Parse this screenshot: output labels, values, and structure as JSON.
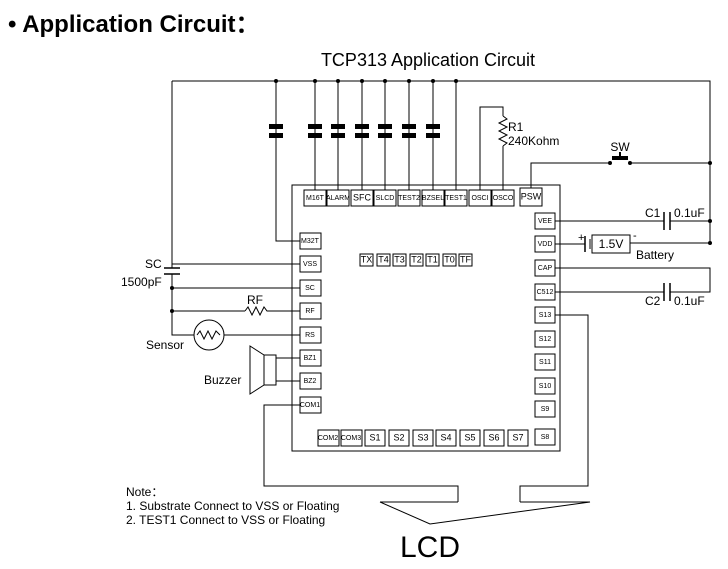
{
  "heading": {
    "bullet": "•",
    "text": "Application Circuit",
    "colon": "："
  },
  "diagram_title": "TCP313 Application Circuit",
  "components": {
    "r1_name": "R1",
    "r1_value": "240Kohm",
    "sw": "SW",
    "c1_name": "C1",
    "c1_value": "0.1uF",
    "c2_name": "C2",
    "c2_value": "0.1uF",
    "battery_plus": "+",
    "battery_minus": "-",
    "battery_voltage": "1.5V",
    "battery_label": "Battery",
    "sc_label": "SC",
    "sc_cap_value": "1500pF",
    "rf_label": "RF",
    "sensor_label": "Sensor",
    "buzzer_label": "Buzzer"
  },
  "pins": {
    "top": [
      "M16T",
      "ALARM",
      "SFC",
      "SLCD",
      "TEST2",
      "BZSEL",
      "TEST1",
      "OSCI",
      "OSCO",
      "PSW"
    ],
    "left": [
      "M32T",
      "VSS",
      "SC",
      "RF",
      "RS",
      "BZ1",
      "BZ2",
      "COM1"
    ],
    "right": [
      "VEE",
      "VDD",
      "CAP",
      "C512",
      "S13",
      "S12",
      "S11",
      "S10",
      "S9",
      "S8"
    ],
    "bottom": [
      "COM2",
      "COM3",
      "S1",
      "S2",
      "S3",
      "S4",
      "S5",
      "S6",
      "S7"
    ],
    "center": [
      "TX",
      "T4",
      "T3",
      "T2",
      "T1",
      "T0",
      "TF"
    ]
  },
  "notes": {
    "title": "Note：",
    "lines": [
      "1. Substrate Connect to VSS or Floating",
      "2. TEST1 Connect to VSS or Floating"
    ]
  },
  "lcd_label": "LCD"
}
